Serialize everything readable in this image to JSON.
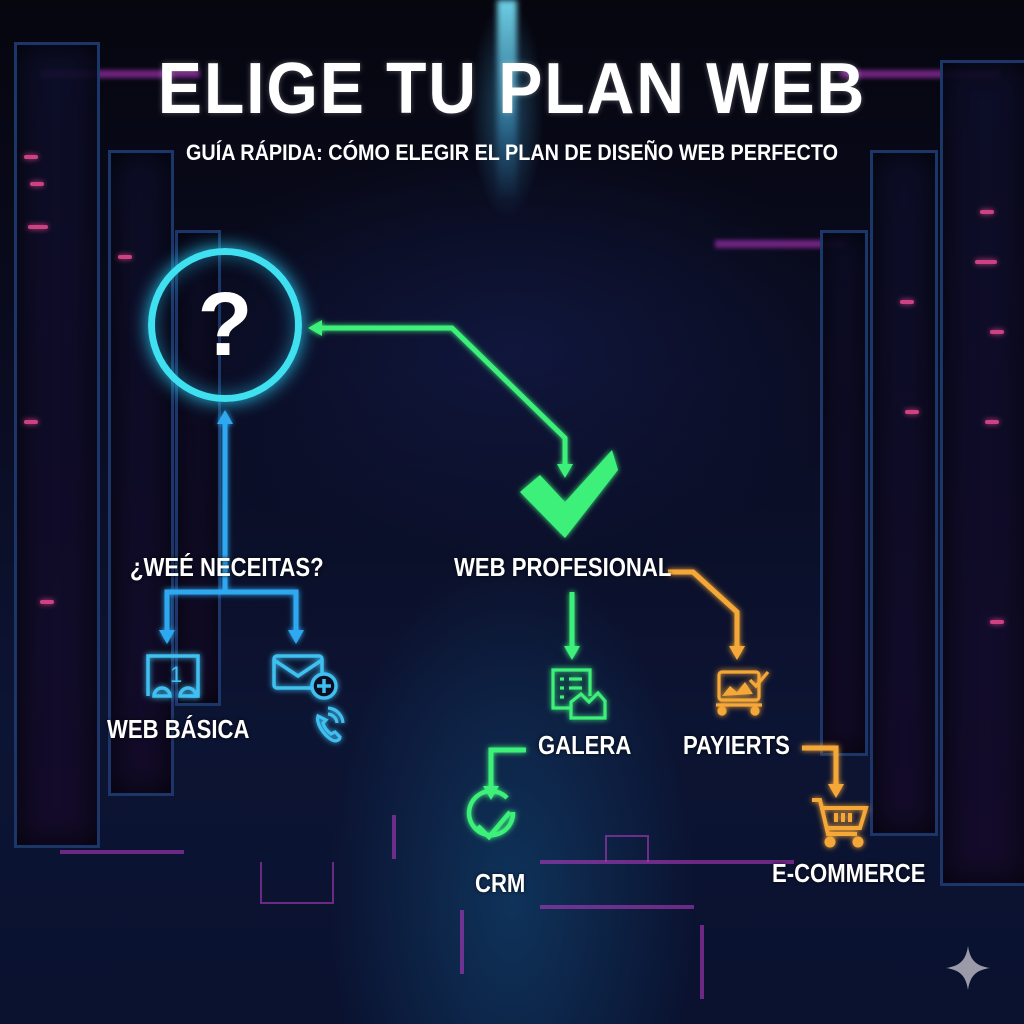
{
  "header": {
    "title": "ELIGE TU PLAN WEB",
    "subtitle": "GUÍA RÁPIDA: CÓMO ELEGIR EL PLAN DE DISEÑO WEB PERFECTO"
  },
  "flow": {
    "start": {
      "icon": "question-mark-icon",
      "glyph": "?"
    },
    "question": {
      "label": "¿WEÉ NECEITAS?"
    },
    "basic": {
      "label": "WEB BÁSICA",
      "icon": "single-page-icon",
      "glyph": "1"
    },
    "contact": {
      "icon": "mail-plus-icon",
      "secondary_icon": "phone-icon"
    },
    "professional": {
      "label": "WEB PROFESIONAL",
      "icon": "checkmark-icon"
    },
    "gallery": {
      "label": "GALERA",
      "icon": "gallery-list-icon"
    },
    "payments": {
      "label": "PAYIERTS",
      "icon": "payment-chart-icon"
    },
    "crm": {
      "label": "CRM",
      "icon": "check-circle-icon"
    },
    "ecommerce": {
      "label": "E-COMMERCE",
      "icon": "shopping-cart-icon"
    }
  },
  "colors": {
    "cyan": "#3fe0f0",
    "blue": "#2ea8f0",
    "green": "#3cf07a",
    "orange": "#f5a838",
    "magenta": "#c040c8",
    "background": "#0a0c22"
  },
  "watermark": {
    "icon": "sparkle-icon"
  }
}
